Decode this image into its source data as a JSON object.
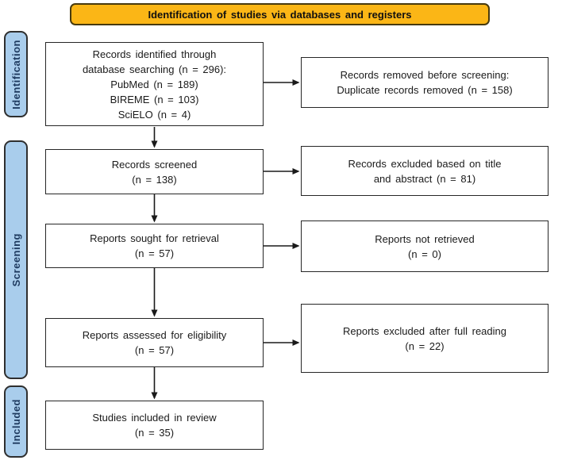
{
  "header": {
    "title": "Identification of studies via databases and registers"
  },
  "stages": [
    {
      "label": "Identification"
    },
    {
      "label": "Screening"
    },
    {
      "label": "Included"
    }
  ],
  "flow_boxes": {
    "identified": {
      "lines": [
        "Records identified through",
        "database searching (n = 296):",
        "PubMed (n = 189)",
        "BIREME (n = 103)",
        "SciELO (n = 4)"
      ]
    },
    "screened": {
      "lines": [
        "Records screened",
        "(n = 138)"
      ]
    },
    "sought": {
      "lines": [
        "Reports sought for retrieval",
        "(n = 57)"
      ]
    },
    "assessed": {
      "lines": [
        "Reports assessed for eligibility",
        "(n = 57)"
      ]
    },
    "included": {
      "lines": [
        "Studies included in review",
        "(n = 35)"
      ]
    }
  },
  "exclusion_boxes": {
    "removed": {
      "lines": [
        "Records removed before screening:",
        "Duplicate records removed (n = 158)"
      ]
    },
    "excluded_title": {
      "lines": [
        "Records excluded based on title",
        "and abstract (n = 81)"
      ]
    },
    "not_retrieved": {
      "lines": [
        "Reports not retrieved",
        "(n = 0)"
      ]
    },
    "excluded_full": {
      "lines": [
        "Reports excluded after full reading",
        "(n = 22)"
      ]
    }
  },
  "colors": {
    "header_bg": "#FBB616",
    "header_border": "#473A0E",
    "stage_bg": "#A9CDEC",
    "stage_border": "#2F2F2F",
    "stage_text": "#1E3A5F",
    "box_border": "#262626",
    "box_text": "#1A1A1A",
    "arrow": "#1A1A1A"
  }
}
